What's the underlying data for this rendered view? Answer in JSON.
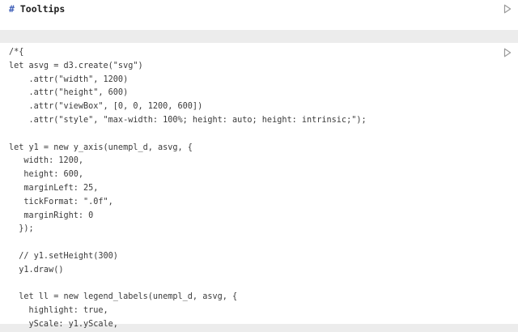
{
  "markdown_cell": {
    "hash": "#",
    "title": "Tooltips"
  },
  "icons": {
    "run": "play-triangle-icon"
  },
  "colors": {
    "background": "#ececec",
    "cell": "#ffffff",
    "hash": "#3f5fb8",
    "text": "#3a3a3a",
    "run_icon": "#9a9a9a"
  },
  "code_cell": {
    "lines": [
      "/*{",
      "let asvg = d3.create(\"svg\")",
      "    .attr(\"width\", 1200)",
      "    .attr(\"height\", 600)",
      "    .attr(\"viewBox\", [0, 0, 1200, 600])",
      "    .attr(\"style\", \"max-width: 100%; height: auto; height: intrinsic;\");",
      "",
      "let y1 = new y_axis(unempl_d, asvg, {",
      "   width: 1200,",
      "   height: 600,",
      "   marginLeft: 25,",
      "   tickFormat: \".0f\",",
      "   marginRight: 0",
      "  });",
      "",
      "  // y1.setHeight(300)",
      "  y1.draw()",
      "",
      "  let ll = new legend_labels(unempl_d, asvg, {",
      "    highlight: true,",
      "    yScale: y1.yScale,"
    ]
  }
}
